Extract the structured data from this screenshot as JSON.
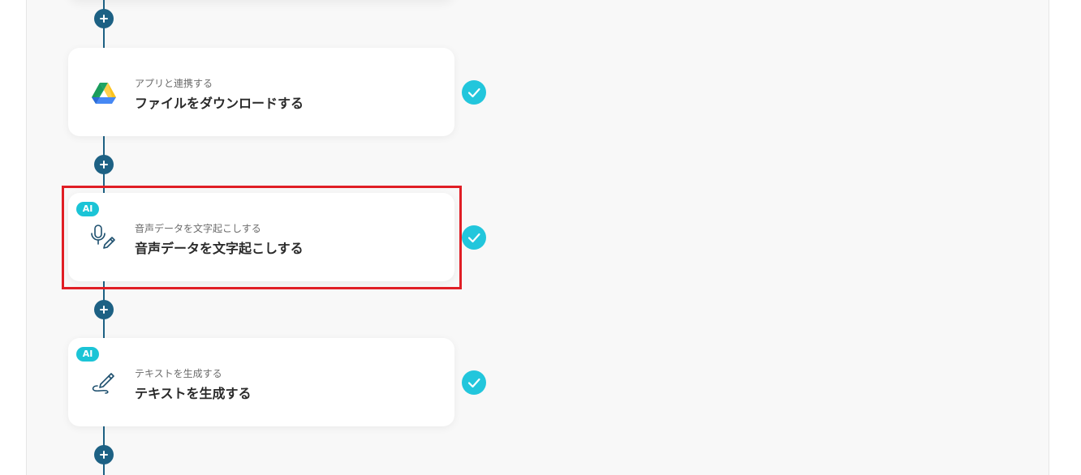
{
  "steps": [
    {
      "subtitle": "アプリと連携する",
      "title": "ファイルをダウンロードする",
      "icon": "google-drive-icon",
      "ai_badge": "",
      "status": "completed"
    },
    {
      "subtitle": "音声データを文字起こしする",
      "title": "音声データを文字起こしする",
      "icon": "microphone-pen-icon",
      "ai_badge": "AI",
      "status": "completed",
      "highlighted": true
    },
    {
      "subtitle": "テキストを生成する",
      "title": "テキストを生成する",
      "icon": "pen-scribble-icon",
      "ai_badge": "AI",
      "status": "completed"
    }
  ],
  "colors": {
    "connector": "#1d6184",
    "check": "#22c6dc",
    "ai_badge": "#1bc4d6",
    "highlight": "#e01e25"
  }
}
